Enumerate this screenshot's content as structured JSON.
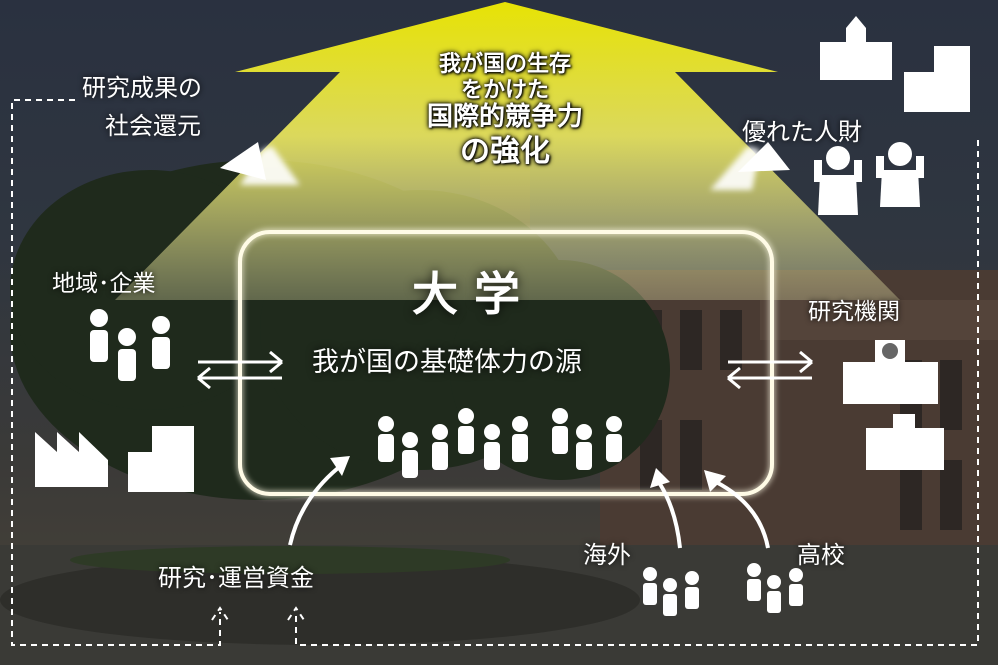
{
  "big_arrow": {
    "lines": [
      "我が国の生存",
      "をかけた",
      "国際的競争力",
      "の強化"
    ]
  },
  "university": {
    "title": "大学",
    "subtitle": "我が国の基礎体力の源"
  },
  "labels": {
    "social_return_line1": "研究成果の",
    "social_return_line2": "社会還元",
    "talent": "優れた人財",
    "region_industry": "地域･企業",
    "research_inst": "研究機関",
    "funding": "研究･運営資金",
    "overseas": "海外",
    "high_school": "高校"
  },
  "colors": {
    "arrow_yellow": "#f5f000",
    "frame": "#fffbe6",
    "dashed": "#ffffff"
  }
}
